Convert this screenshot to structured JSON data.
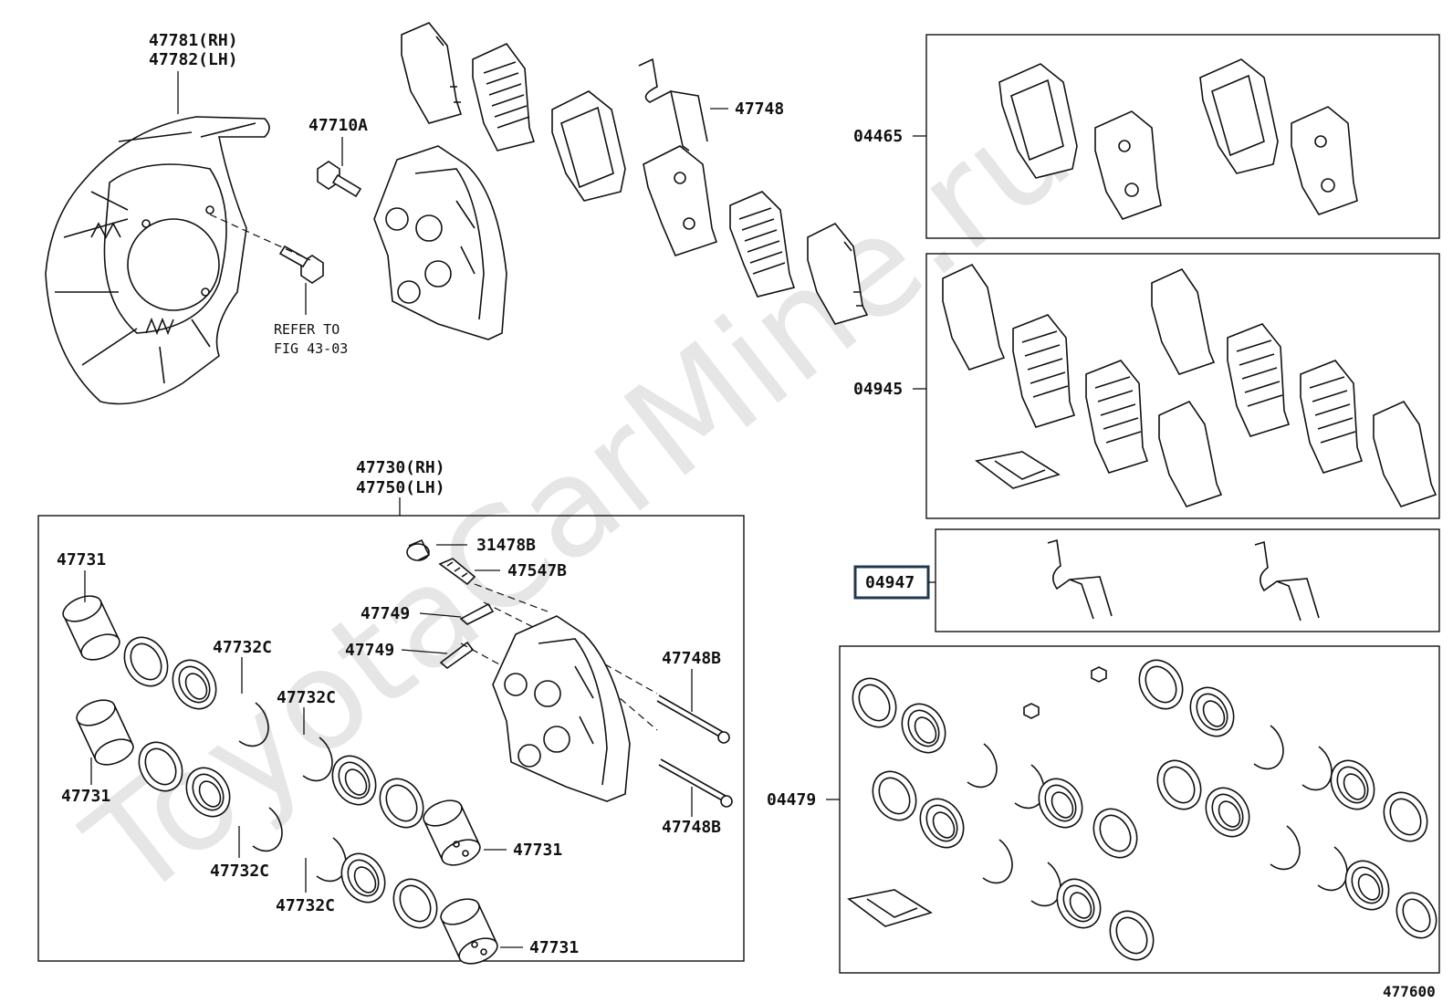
{
  "watermark": "ToyotaCarMine.ru",
  "figure_number": "477600",
  "labels": {
    "shield_rh": "47781(RH)",
    "shield_lh": "47782(LH)",
    "bolt": "47710A",
    "refer_line1": "REFER TO",
    "refer_line2": "FIG 43-03",
    "spring_top": "47748",
    "caliper_rh": "47730(RH)",
    "caliper_lh": "47750(LH)",
    "bleeder_cap": "31478B",
    "bleeder_plug": "47547B",
    "clip_a": "47749",
    "clip_b": "47749",
    "pin_a": "47748B",
    "pin_b": "47748B",
    "piston_a": "47731",
    "piston_b": "47731",
    "piston_c": "47731",
    "piston_d": "47731",
    "seal_a": "47732C",
    "seal_b": "47732C",
    "seal_c": "47732C",
    "seal_d": "47732C",
    "kit_pads": "04465",
    "kit_shims": "04945",
    "kit_spring": "04947",
    "kit_seals": "04479"
  },
  "highlighted_part": "04947"
}
